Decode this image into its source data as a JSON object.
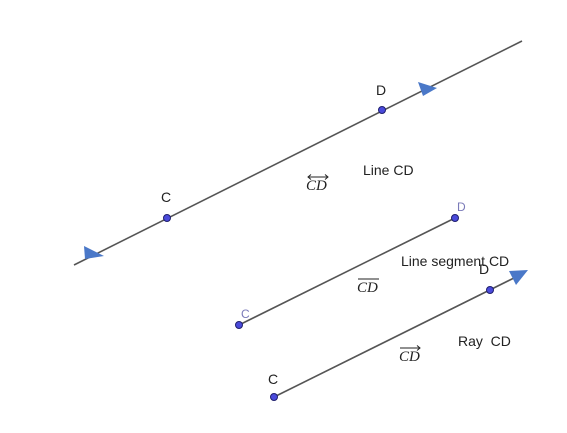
{
  "line": {
    "point_c": "C",
    "point_d": "D",
    "notation": "CD",
    "caption": "Line CD"
  },
  "segment": {
    "point_c": "C",
    "point_d": "D",
    "notation": "CD",
    "caption": "Line segment CD"
  },
  "ray": {
    "point_c": "C",
    "point_d": "D",
    "notation": "CD",
    "caption": "Ray  CD"
  },
  "colors": {
    "line": "#555555",
    "point_fill": "#4a4adb",
    "arrow": "#4a78c8",
    "faint_label": "#7a7ab8"
  }
}
